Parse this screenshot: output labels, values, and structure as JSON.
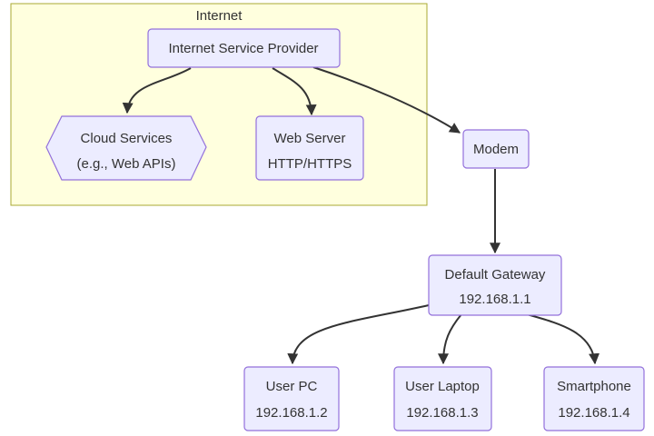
{
  "colors": {
    "node_fill": "#ECECFF",
    "node_stroke": "#9370DB",
    "cluster_fill": "#FFFFDE",
    "cluster_stroke": "#AAAA33",
    "edge": "#333333",
    "text": "#333333"
  },
  "cluster": {
    "title": "Internet"
  },
  "nodes": {
    "isp": {
      "line1": "Internet Service Provider"
    },
    "cloud": {
      "line1": "Cloud Services",
      "line2": "(e.g., Web APIs)"
    },
    "web": {
      "line1": "Web Server",
      "line2": "HTTP/HTTPS"
    },
    "modem": {
      "line1": "Modem"
    },
    "gateway": {
      "line1": "Default Gateway",
      "line2": "192.168.1.1"
    },
    "pc": {
      "line1": "User PC",
      "line2": "192.168.1.2"
    },
    "laptop": {
      "line1": "User Laptop",
      "line2": "192.168.1.3"
    },
    "phone": {
      "line1": "Smartphone",
      "line2": "192.168.1.4"
    }
  },
  "edges": [
    {
      "from": "Internet Service Provider",
      "to": "Cloud Services"
    },
    {
      "from": "Internet Service Provider",
      "to": "Web Server"
    },
    {
      "from": "Internet Service Provider",
      "to": "Modem"
    },
    {
      "from": "Modem",
      "to": "Default Gateway"
    },
    {
      "from": "Default Gateway",
      "to": "User PC"
    },
    {
      "from": "Default Gateway",
      "to": "User Laptop"
    },
    {
      "from": "Default Gateway",
      "to": "Smartphone"
    }
  ]
}
